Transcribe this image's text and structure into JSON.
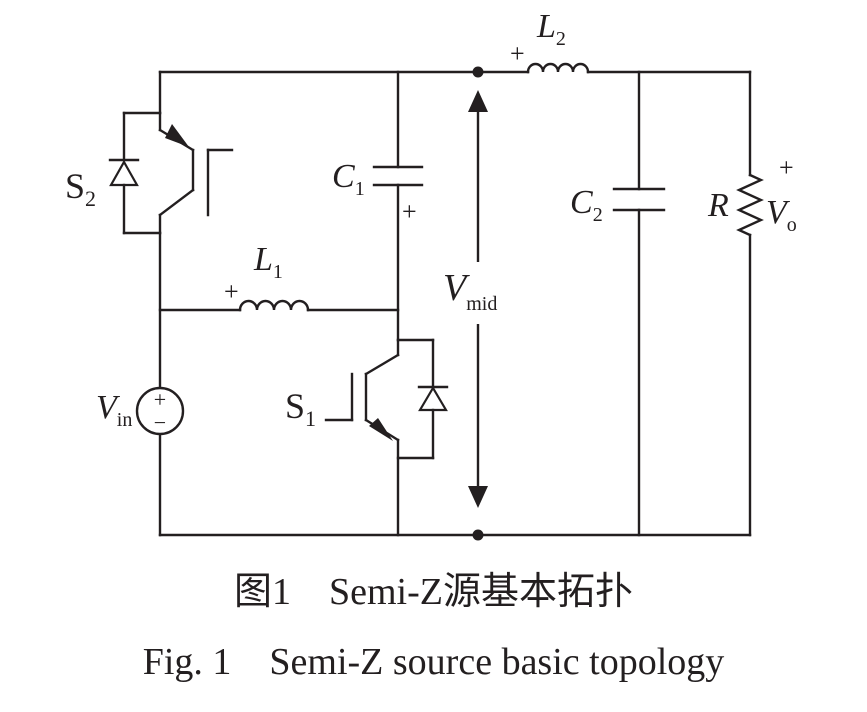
{
  "labels": {
    "s2": "S",
    "s2_sub": "2",
    "s1": "S",
    "s1_sub": "1",
    "l1": "L",
    "l1_sub": "1",
    "l2": "L",
    "l2_sub": "2",
    "c1": "C",
    "c1_sub": "1",
    "c2": "C",
    "c2_sub": "2",
    "r": "R",
    "vo": "V",
    "vo_sub": "o",
    "vin": "V",
    "vin_sub": "in",
    "vmid": "V",
    "vmid_sub": "mid",
    "plus": "+",
    "minus": "−"
  },
  "caption": {
    "cn": "图1　Semi-Z源基本拓扑",
    "en": "Fig. 1　Semi-Z source basic topology"
  }
}
